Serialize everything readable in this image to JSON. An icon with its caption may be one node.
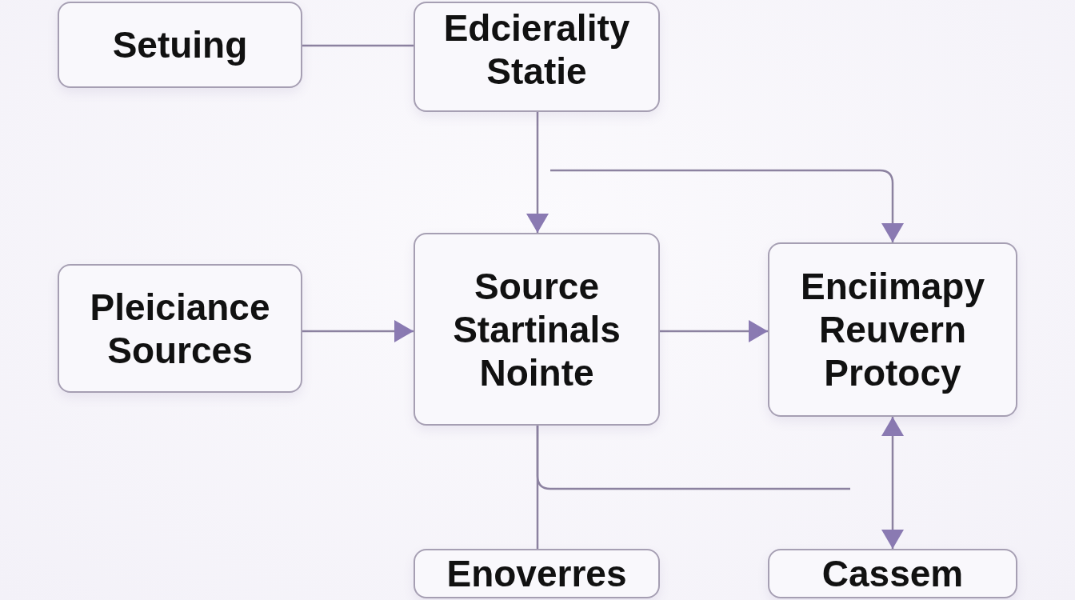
{
  "diagram": {
    "nodes": [
      {
        "text": [
          "Setuing"
        ]
      },
      {
        "text": [
          "Edcierality Statie"
        ]
      },
      {
        "text": [
          "Pleiciance Sources"
        ]
      },
      {
        "text": [
          "Source Startinals Nointe"
        ]
      },
      {
        "text": [
          "Enciimapy Reuvern Protocy"
        ]
      },
      {
        "text": [
          "Enoverres"
        ]
      },
      {
        "text": [
          "Cassem"
        ]
      }
    ],
    "edges": [
      {
        "from": 0,
        "to": 1,
        "arrow": "none"
      },
      {
        "from": 1,
        "to": 3,
        "arrow": "to"
      },
      {
        "from": null,
        "to": 4,
        "arrow": "to"
      },
      {
        "from": 2,
        "to": 3,
        "arrow": "to"
      },
      {
        "from": 3,
        "to": 4,
        "arrow": "to"
      },
      {
        "from": 3,
        "to": 5,
        "arrow": "none"
      },
      {
        "from": 3,
        "to": null,
        "arrow": "none"
      },
      {
        "from": 4,
        "to": 6,
        "arrow": "both"
      }
    ]
  }
}
